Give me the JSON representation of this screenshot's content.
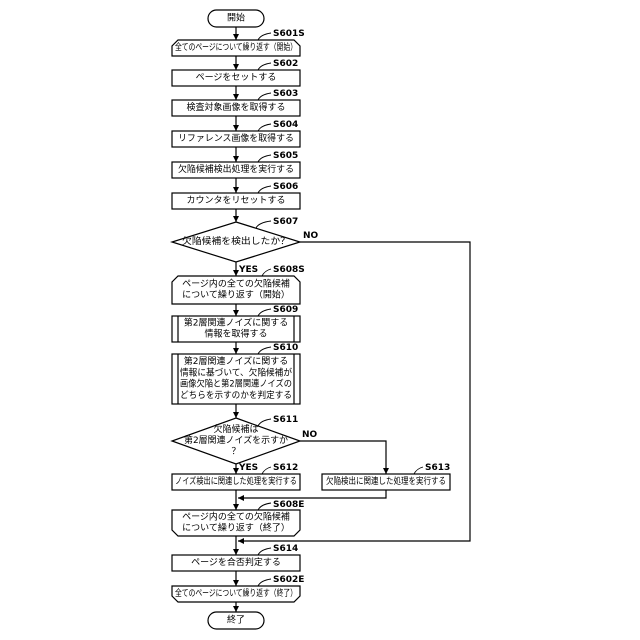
{
  "diagram": {
    "terminals": {
      "start": "開始",
      "end": "終了"
    },
    "steps": {
      "s601s": {
        "id": "S601S",
        "lines": [
          "全てのページについて繰り返す（開始）"
        ]
      },
      "s602": {
        "id": "S602",
        "lines": [
          "ページをセットする"
        ]
      },
      "s603": {
        "id": "S603",
        "lines": [
          "検査対象画像を取得する"
        ]
      },
      "s604": {
        "id": "S604",
        "lines": [
          "リファレンス画像を取得する"
        ]
      },
      "s605": {
        "id": "S605",
        "lines": [
          "欠陥候補検出処理を実行する"
        ]
      },
      "s606": {
        "id": "S606",
        "lines": [
          "カウンタをリセットする"
        ]
      },
      "s607": {
        "id": "S607",
        "lines": [
          "欠陥候補を検出したか？"
        ]
      },
      "s608s": {
        "id": "S608S",
        "lines": [
          "ページ内の全ての欠陥候補",
          "について繰り返す（開始）"
        ]
      },
      "s609": {
        "id": "S609",
        "lines": [
          "第2層関連ノイズに関する",
          "情報を取得する"
        ]
      },
      "s610": {
        "id": "S610",
        "lines": [
          "第2層関連ノイズに関する",
          "情報に基づいて、欠陥候補が",
          "画像欠陥と第2層関連ノイズの",
          "どちらを示すのかを判定する"
        ]
      },
      "s611": {
        "id": "S611",
        "lines": [
          "欠陥候補は",
          "第2層関連ノイズを示すか",
          "？"
        ]
      },
      "s612": {
        "id": "S612",
        "lines": [
          "ノイズ検出に関連した処理を実行する"
        ]
      },
      "s613": {
        "id": "S613",
        "lines": [
          "欠陥検出に関連した処理を実行する"
        ]
      },
      "s608e": {
        "id": "S608E",
        "lines": [
          "ページ内の全ての欠陥候補",
          "について繰り返す（終了）"
        ]
      },
      "s614": {
        "id": "S614",
        "lines": [
          "ページを合否判定する"
        ]
      },
      "s602e": {
        "id": "S602E",
        "lines": [
          "全てのページについて繰り返す（終了）"
        ]
      }
    },
    "branches": {
      "s607_yes": "YES",
      "s607_no": "NO",
      "s611_yes": "YES",
      "s611_no": "NO"
    }
  }
}
